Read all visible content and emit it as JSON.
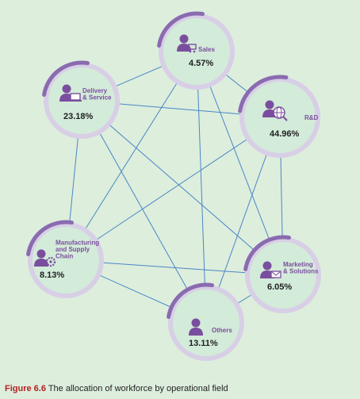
{
  "figure": {
    "caption_number": "Figure 6.6",
    "caption_text": "The allocation of workforce by operational field"
  },
  "colors": {
    "background": "#ddeedd",
    "node_fill": "#d3ebd9",
    "ring_light": "#d8cfe6",
    "ring_dark": "#8a6bb0",
    "edge": "#4a86c5",
    "icon": "#7a4e9e"
  },
  "nodes": [
    {
      "id": "sales",
      "label_lines": [
        "Sales"
      ],
      "percent": "4.57%",
      "icon": "sales-person-cart-icon"
    },
    {
      "id": "delivery",
      "label_lines": [
        "Delivery",
        "& Service"
      ],
      "percent": "23.18%",
      "icon": "delivery-person-laptop-icon"
    },
    {
      "id": "rnd",
      "label_lines": [
        "R&D"
      ],
      "percent": "44.96%",
      "icon": "researcher-globe-icon"
    },
    {
      "id": "manufacturing",
      "label_lines": [
        "Manufacturing",
        "and Supply",
        "Chain"
      ],
      "percent": "8.13%",
      "icon": "worker-gear-icon"
    },
    {
      "id": "marketing",
      "label_lines": [
        "Marketing",
        "& Solutions"
      ],
      "percent": "6.05%",
      "icon": "marketer-mail-icon"
    },
    {
      "id": "others",
      "label_lines": [
        "Others"
      ],
      "percent": "13.11%",
      "icon": "person-icon"
    }
  ],
  "edges": [
    [
      "sales",
      "delivery"
    ],
    [
      "sales",
      "rnd"
    ],
    [
      "sales",
      "manufacturing"
    ],
    [
      "sales",
      "marketing"
    ],
    [
      "sales",
      "others"
    ],
    [
      "delivery",
      "rnd"
    ],
    [
      "delivery",
      "manufacturing"
    ],
    [
      "delivery",
      "marketing"
    ],
    [
      "delivery",
      "others"
    ],
    [
      "rnd",
      "manufacturing"
    ],
    [
      "rnd",
      "marketing"
    ],
    [
      "rnd",
      "others"
    ],
    [
      "manufacturing",
      "marketing"
    ],
    [
      "manufacturing",
      "others"
    ],
    [
      "marketing",
      "others"
    ]
  ]
}
